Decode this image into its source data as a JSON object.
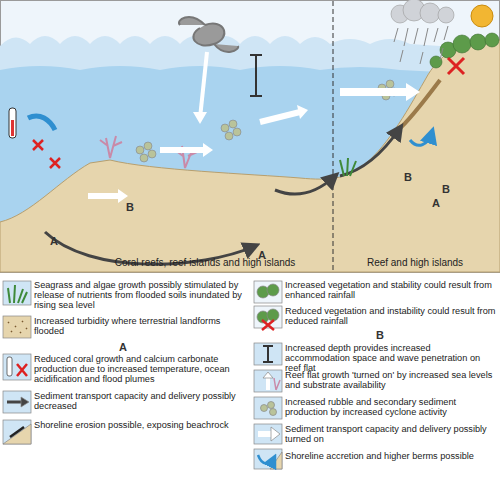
{
  "diagram": {
    "labels": [
      "Coral reefs, reef islands and high islands",
      "Reef and high islands",
      "A",
      "B",
      "A",
      "B",
      "B",
      "A",
      "A",
      "B"
    ],
    "legend": [
      {
        "text": "Seagrass and algae growth possibly stimulated by release of nutrients from flooded soils inundated by rising sea level"
      },
      {
        "text": "Increased turbidity where terrestrial landforms flooded"
      },
      {
        "text": "Reduced coral growth and calcium carbonate production due to increased temperature, ocean acidification and flood plumes"
      },
      {
        "text": "Sediment transport capacity and delivery possibly decreased"
      },
      {
        "text": "Shoreline erosion possible, exposing beachrock"
      },
      {
        "text": "Increased vegetation and stability could result from enhanced rainfall"
      },
      {
        "text": "Reduced vegetation and instability could result from reduced rainfall"
      },
      {
        "text": "Increased depth provides increased accommodation space and wave penetration on reef flat"
      },
      {
        "text": "Reef flat growth 'turned on' by increased sea levels and substrate availability"
      },
      {
        "text": "Increased rubble and secondary sediment production by increased cyclone activity"
      },
      {
        "text": "Sediment transport capacity and delivery possibly turned on"
      },
      {
        "text": "Shoreline accretion and higher berms possible"
      }
    ]
  }
}
